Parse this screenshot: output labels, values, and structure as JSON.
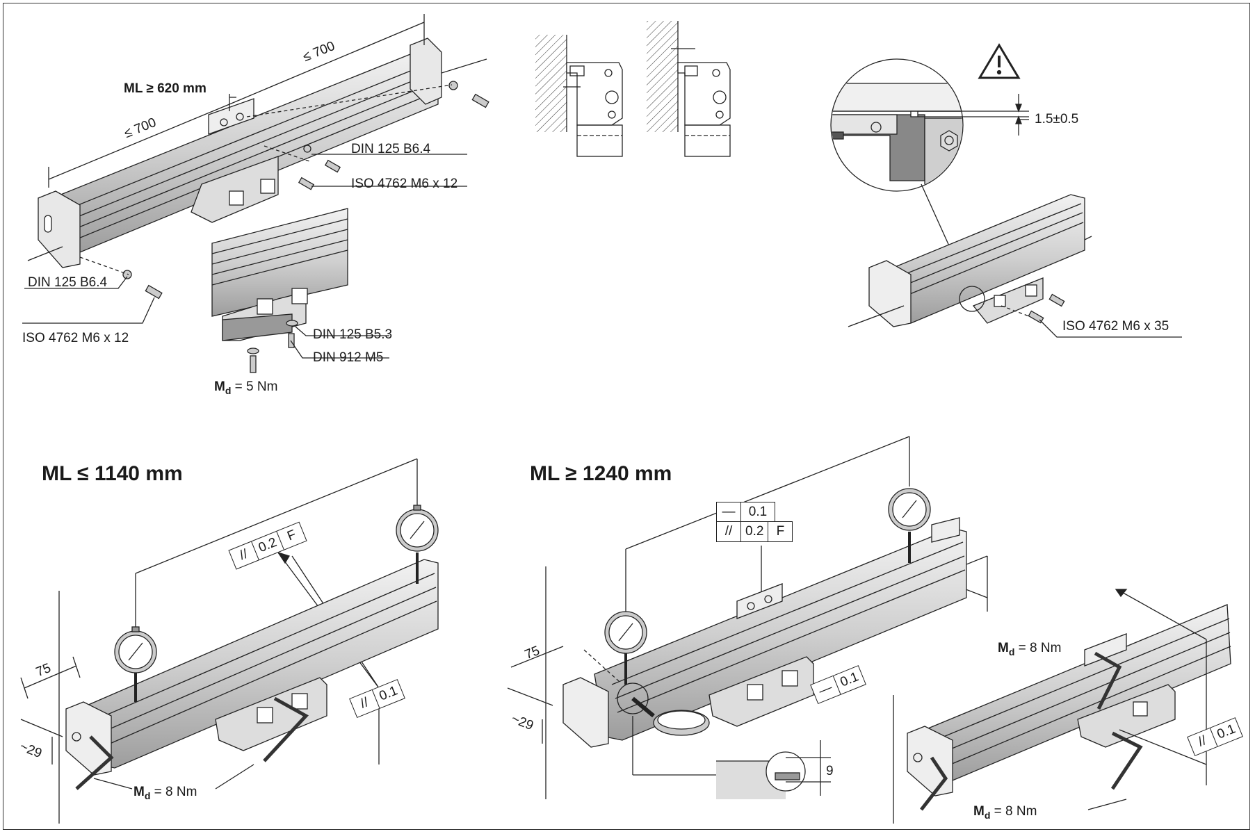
{
  "top_left": {
    "dim_left": "≤ 700",
    "dim_right": "≤ 700",
    "ml_prefix": "ML ≥ ",
    "ml_value": "620 mm",
    "washer_a": "DIN 125 B6.4",
    "screw_a": "ISO 4762 M6 x 12",
    "washer_b": "DIN 125 B6.4",
    "screw_b": "ISO 4762 M6 x 12",
    "washer_c": "DIN 125 B5.3",
    "screw_c": "DIN 912 M5",
    "torque_symbol": "M",
    "torque_sub": "d",
    "torque_value": " = 5 Nm"
  },
  "top_right": {
    "gap": "1.5±0.5",
    "screw": "ISO 4762 M6 x 35",
    "warning_icon": "warning-triangle-icon"
  },
  "section_left": {
    "heading": "ML ≤ 1140 mm",
    "tol_parallel": {
      "symbol": "//",
      "value": "0.2",
      "datum": "F"
    },
    "tol_small": {
      "symbol": "//",
      "value": "0.1"
    },
    "dim_75": "75",
    "dim_29": "~29",
    "torque_symbol": "M",
    "torque_sub": "d",
    "torque_value": " = 8 Nm"
  },
  "section_right": {
    "heading": "ML ≥ 1240 mm",
    "tol_straight": {
      "symbol": "—",
      "value": "0.1"
    },
    "tol_parallel": {
      "symbol": "//",
      "value": "0.2",
      "datum": "F"
    },
    "tol_straight_low": {
      "symbol": "—",
      "value": "0.1"
    },
    "tol_small": {
      "symbol": "//",
      "value": "0.1"
    },
    "dim_75": "75",
    "dim_29": "~29",
    "dim_9": "9",
    "torque_symbol_a": "M",
    "torque_sub_a": "d",
    "torque_value_a": " = 8 Nm",
    "torque_symbol_b": "M",
    "torque_sub_b": "d",
    "torque_value_b": " = 8 Nm"
  },
  "colors": {
    "line": "#222222",
    "metal": "#d9d9d9",
    "shade": "#a8a8a8",
    "dark": "#555555"
  }
}
